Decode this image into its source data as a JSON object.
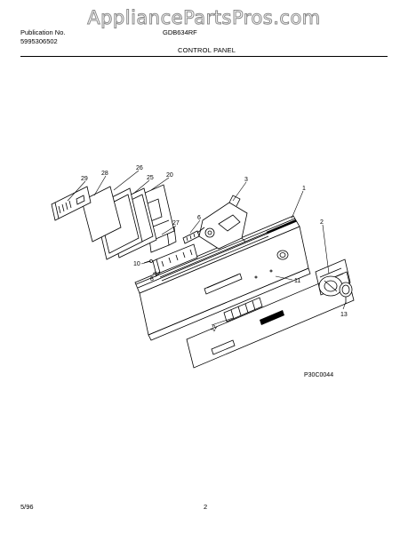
{
  "watermark": "AppliancePartsPros.com",
  "header": {
    "publication_label": "Publication No.",
    "publication_number": "5995306502",
    "model": "GDB634RF",
    "section_title": "CONTROL PANEL"
  },
  "diagram": {
    "figure_code": "P30C0044",
    "callouts": [
      "29",
      "28",
      "26",
      "25",
      "20",
      "3",
      "1",
      "27",
      "6",
      "2",
      "10",
      "8",
      "11",
      "12",
      "13"
    ]
  },
  "footer": {
    "date": "5/96",
    "page": "2"
  }
}
